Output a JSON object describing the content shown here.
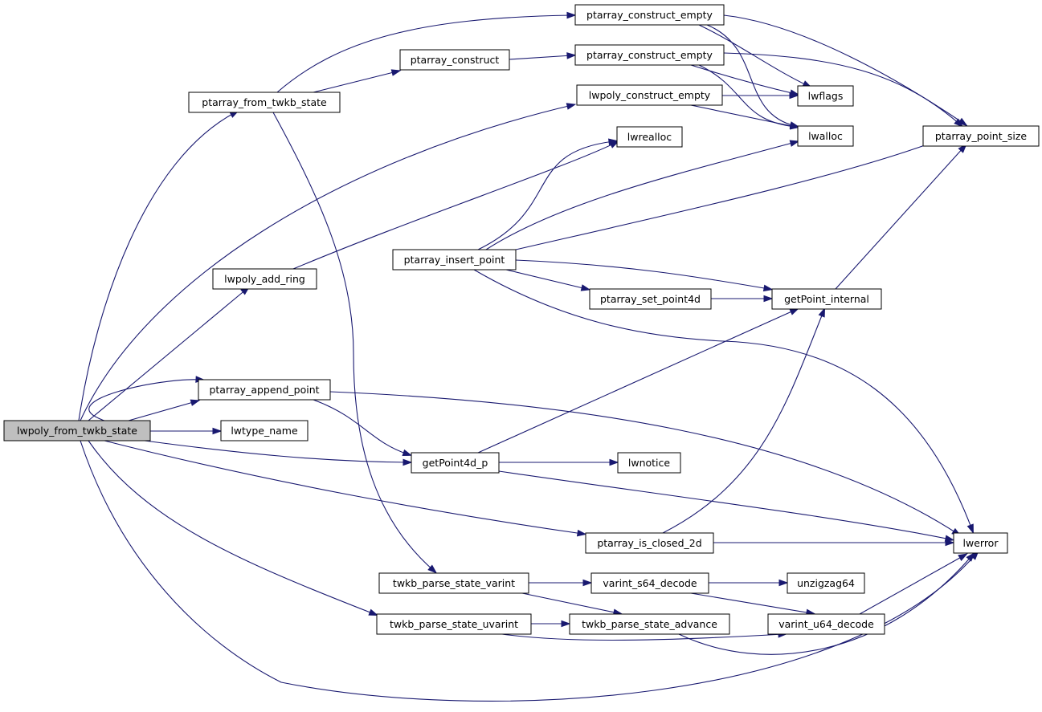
{
  "colors": {
    "edge": "#191970",
    "node_fill": "#ffffff",
    "root_fill": "#bfbfbf",
    "border": "#000000"
  },
  "nodes": [
    {
      "id": "lwpoly_from_twkb_state",
      "label": "lwpoly_from_twkb_state",
      "root": true
    },
    {
      "id": "ptarray_from_twkb_state",
      "label": "ptarray_from_twkb_state"
    },
    {
      "id": "ptarray_construct_empty_a",
      "label": "ptarray_construct_empty"
    },
    {
      "id": "ptarray_construct",
      "label": "ptarray_construct"
    },
    {
      "id": "ptarray_construct_empty_b",
      "label": "ptarray_construct_empty"
    },
    {
      "id": "lwpoly_construct_empty",
      "label": "lwpoly_construct_empty"
    },
    {
      "id": "lwflags",
      "label": "lwflags"
    },
    {
      "id": "lwalloc",
      "label": "lwalloc"
    },
    {
      "id": "lwrealloc",
      "label": "lwrealloc"
    },
    {
      "id": "ptarray_point_size",
      "label": "ptarray_point_size"
    },
    {
      "id": "lwpoly_add_ring",
      "label": "lwpoly_add_ring"
    },
    {
      "id": "ptarray_insert_point",
      "label": "ptarray_insert_point"
    },
    {
      "id": "ptarray_set_point4d",
      "label": "ptarray_set_point4d"
    },
    {
      "id": "getPoint_internal",
      "label": "getPoint_internal"
    },
    {
      "id": "ptarray_append_point",
      "label": "ptarray_append_point"
    },
    {
      "id": "lwtype_name",
      "label": "lwtype_name"
    },
    {
      "id": "getPoint4d_p",
      "label": "getPoint4d_p"
    },
    {
      "id": "lwnotice",
      "label": "lwnotice"
    },
    {
      "id": "ptarray_is_closed_2d",
      "label": "ptarray_is_closed_2d"
    },
    {
      "id": "lwerror",
      "label": "lwerror"
    },
    {
      "id": "twkb_parse_state_varint",
      "label": "twkb_parse_state_varint"
    },
    {
      "id": "varint_s64_decode",
      "label": "varint_s64_decode"
    },
    {
      "id": "unzigzag64",
      "label": "unzigzag64"
    },
    {
      "id": "twkb_parse_state_uvarint",
      "label": "twkb_parse_state_uvarint"
    },
    {
      "id": "twkb_parse_state_advance",
      "label": "twkb_parse_state_advance"
    },
    {
      "id": "varint_u64_decode",
      "label": "varint_u64_decode"
    }
  ],
  "edges": [
    [
      "lwpoly_from_twkb_state",
      "ptarray_from_twkb_state"
    ],
    [
      "lwpoly_from_twkb_state",
      "lwpoly_construct_empty"
    ],
    [
      "lwpoly_from_twkb_state",
      "lwpoly_add_ring"
    ],
    [
      "lwpoly_from_twkb_state",
      "ptarray_insert_point"
    ],
    [
      "lwpoly_from_twkb_state",
      "ptarray_append_point"
    ],
    [
      "lwpoly_from_twkb_state",
      "lwtype_name"
    ],
    [
      "lwpoly_from_twkb_state",
      "getPoint4d_p"
    ],
    [
      "lwpoly_from_twkb_state",
      "ptarray_is_closed_2d"
    ],
    [
      "lwpoly_from_twkb_state",
      "twkb_parse_state_uvarint"
    ],
    [
      "lwpoly_from_twkb_state",
      "lwerror"
    ],
    [
      "ptarray_from_twkb_state",
      "ptarray_construct_empty_a"
    ],
    [
      "ptarray_from_twkb_state",
      "ptarray_construct"
    ],
    [
      "ptarray_from_twkb_state",
      "twkb_parse_state_varint"
    ],
    [
      "ptarray_construct",
      "ptarray_construct_empty_b"
    ],
    [
      "ptarray_construct_empty_a",
      "lwflags"
    ],
    [
      "ptarray_construct_empty_a",
      "lwalloc"
    ],
    [
      "ptarray_construct_empty_a",
      "ptarray_point_size"
    ],
    [
      "ptarray_construct_empty_b",
      "lwflags"
    ],
    [
      "ptarray_construct_empty_b",
      "lwalloc"
    ],
    [
      "ptarray_construct_empty_b",
      "ptarray_point_size"
    ],
    [
      "lwpoly_construct_empty",
      "lwflags"
    ],
    [
      "lwpoly_construct_empty",
      "lwalloc"
    ],
    [
      "lwpoly_add_ring",
      "lwrealloc"
    ],
    [
      "ptarray_insert_point",
      "lwrealloc"
    ],
    [
      "ptarray_insert_point",
      "lwalloc"
    ],
    [
      "ptarray_insert_point",
      "ptarray_point_size"
    ],
    [
      "ptarray_insert_point",
      "getPoint_internal"
    ],
    [
      "ptarray_insert_point",
      "ptarray_set_point4d"
    ],
    [
      "ptarray_insert_point",
      "lwerror"
    ],
    [
      "ptarray_set_point4d",
      "getPoint_internal"
    ],
    [
      "getPoint_internal",
      "ptarray_point_size"
    ],
    [
      "ptarray_append_point",
      "getPoint4d_p"
    ],
    [
      "ptarray_append_point",
      "lwerror"
    ],
    [
      "getPoint4d_p",
      "getPoint_internal"
    ],
    [
      "getPoint4d_p",
      "lwnotice"
    ],
    [
      "getPoint4d_p",
      "lwerror"
    ],
    [
      "ptarray_is_closed_2d",
      "getPoint_internal"
    ],
    [
      "ptarray_is_closed_2d",
      "lwerror"
    ],
    [
      "twkb_parse_state_varint",
      "varint_s64_decode"
    ],
    [
      "twkb_parse_state_varint",
      "twkb_parse_state_advance"
    ],
    [
      "varint_s64_decode",
      "unzigzag64"
    ],
    [
      "varint_s64_decode",
      "varint_u64_decode"
    ],
    [
      "twkb_parse_state_uvarint",
      "twkb_parse_state_advance"
    ],
    [
      "twkb_parse_state_uvarint",
      "varint_u64_decode"
    ],
    [
      "twkb_parse_state_advance",
      "lwerror"
    ],
    [
      "varint_u64_decode",
      "lwerror"
    ]
  ]
}
